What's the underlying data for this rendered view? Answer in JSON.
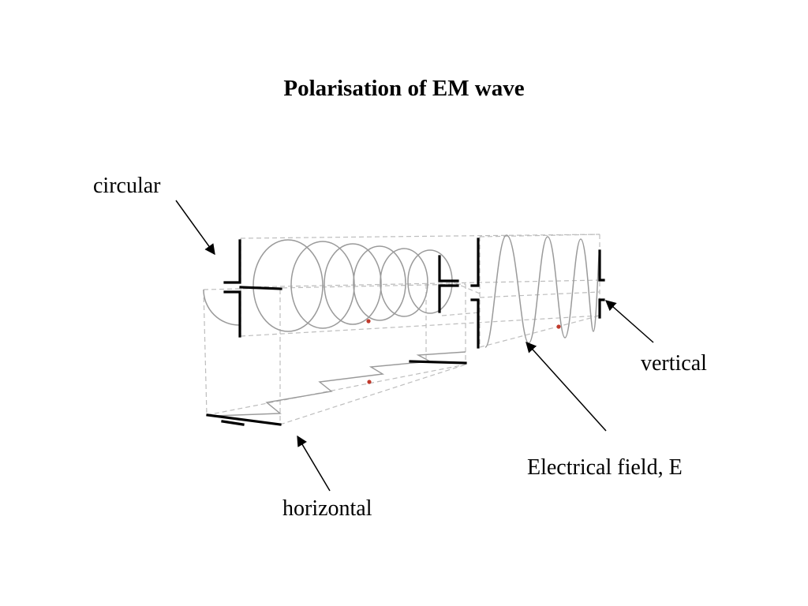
{
  "title": "Polarisation of EM wave",
  "labels": {
    "circular": "circular",
    "vertical": "vertical",
    "electrical_field": "Electrical field, E",
    "horizontal": "horizontal"
  },
  "colors": {
    "background": "#ffffff",
    "text": "#000000",
    "dashed_lines": "#bdbdbd",
    "wave": "#9a9a9a",
    "dot": "#c0392b"
  }
}
